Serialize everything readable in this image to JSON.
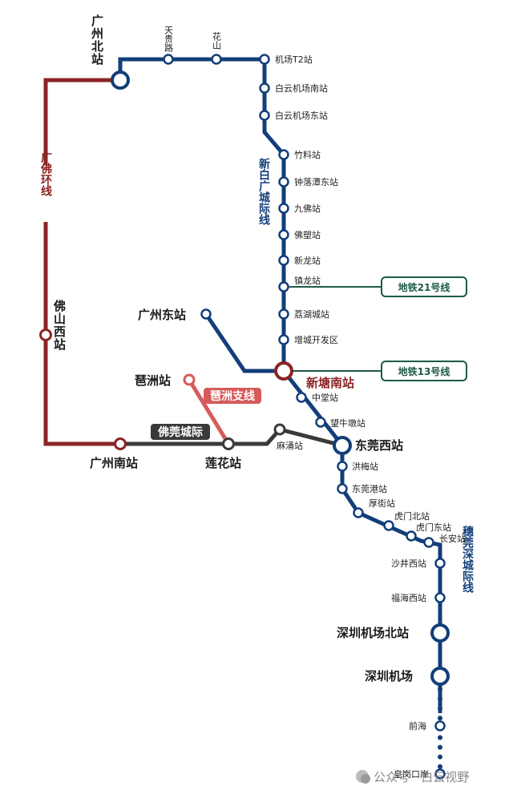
{
  "colors": {
    "xinbai": "#123e7a",
    "guangfo": "#8b2424",
    "foguan": "#3a3a3a",
    "pizhou": "#d65a5a",
    "metro": "#1f5a46"
  },
  "lines": {
    "xinbai": "新白广城际线",
    "guangfo": "广佛环线",
    "foguan": "佛莞城际",
    "pizhou": "琶洲支线",
    "suiguan": "穗莞深城际线"
  },
  "metro": {
    "line21": "地铁21号线",
    "line13": "地铁13号线"
  },
  "stations": {
    "guangzhou_north": "广州北站",
    "tiangui": "天贵路",
    "huashan": "花山",
    "airport_t2": "机场T2站",
    "baiyun_south": "白云机场南站",
    "baiyun_east": "白云机场东站",
    "zhuliao": "竹料站",
    "zhongluotan": "钟落潭东站",
    "jiufo": "九佛站",
    "fosu": "佛塑站",
    "xinlong": "新龙站",
    "zhenlong": "镇龙站",
    "lihu": "荔湖城站",
    "zengcheng": "增城开发区",
    "guangzhou_east": "广州东站",
    "xintang_south": "新塘南站",
    "pazhou": "琶洲站",
    "zhongtang": "中堂站",
    "wangniudun": "望牛墩站",
    "machong": "麻涌站",
    "foshan_west": "佛山西站",
    "guangzhou_south": "广州南站",
    "lianhua": "莲花站",
    "dongguan_west": "东莞西站",
    "hongmei": "洪梅站",
    "dongguan_port": "东莞港站",
    "houjie": "厚街站",
    "humen_north": "虎门北站",
    "humen_east": "虎门东站",
    "changan": "长安站",
    "shajing_west": "沙井西站",
    "fuhai_west": "福海西站",
    "sz_airport_north": "深圳机场北站",
    "sz_airport": "深圳机场",
    "qianhai": "前海",
    "huanggang": "皇岗口岸"
  },
  "watermark": "公众号 · 白云视野"
}
